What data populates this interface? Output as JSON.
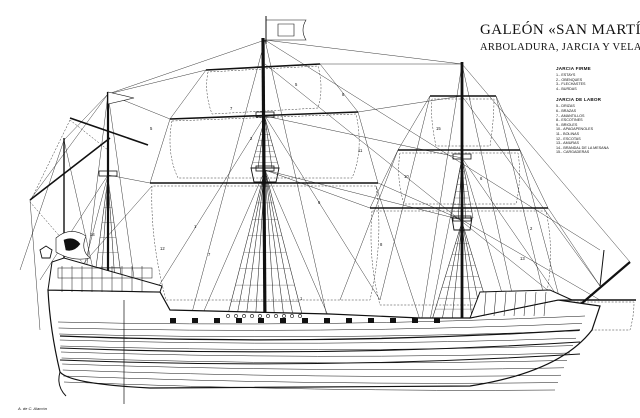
{
  "title": "GALEÓN «SAN MARTÍN»",
  "subtitle": "ARBOLADURA, JARCIA Y VELAS",
  "legend": {
    "fixed_rigging": {
      "heading": "JARCIA FIRME",
      "items": [
        "1.- ESTAYS",
        "2.- OBENQUES",
        "3.- FLECHASTES",
        "4.- BURDAS"
      ]
    },
    "running_rigging": {
      "heading": "JARCIA DE LABOR",
      "items": [
        "5.- DRIZAS",
        "6.- BRAZAS",
        "7.- AMANTILLOS",
        "8.- ESCOTINES",
        "9.- BRIOLES",
        "10.- APAGAPENOLES",
        "11.- BOLINAS",
        "12.- ESCOTAS",
        "13.- AMURAS",
        "14.- BRANDAL DE LA MESANA",
        "15.- CARGADERAS"
      ]
    }
  },
  "signature": "A. de C. Alarcón",
  "figure": {
    "type": "ship rigging elevation drawing",
    "masts": [
      "bonaventure mizzen",
      "mizzen",
      "main mast",
      "foremast",
      "bowsprit"
    ],
    "flags": [
      "main-mast pennant",
      "mizzen-top flag",
      "stern standard"
    ],
    "callout_numbers": [
      "1",
      "2",
      "5",
      "6",
      "7",
      "8",
      "10",
      "11",
      "12",
      "13",
      "14",
      "15"
    ],
    "colors": {
      "ink": "#111111",
      "paper": "#ffffff"
    }
  }
}
